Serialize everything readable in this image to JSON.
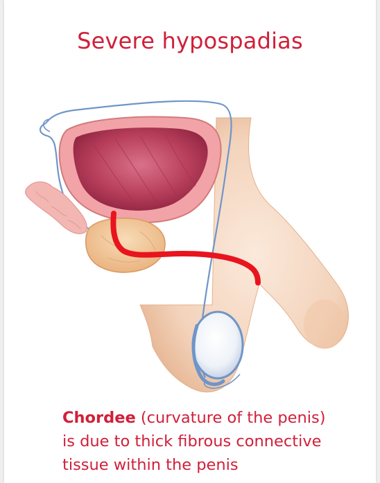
{
  "title": "Severe hypospadias",
  "caption": {
    "term": "Chordee",
    "line1_rest": " (curvature of the penis)",
    "line2": "is due to thick fibrous connective",
    "line3": "tissue within the penis"
  },
  "colors": {
    "accent": "#d0203a",
    "urethra": "#e8141e",
    "skin": "#f5d6bf",
    "outline": "#6f95c9",
    "bladder_inner": "#b23d58",
    "prostate": "#f2c79a"
  }
}
